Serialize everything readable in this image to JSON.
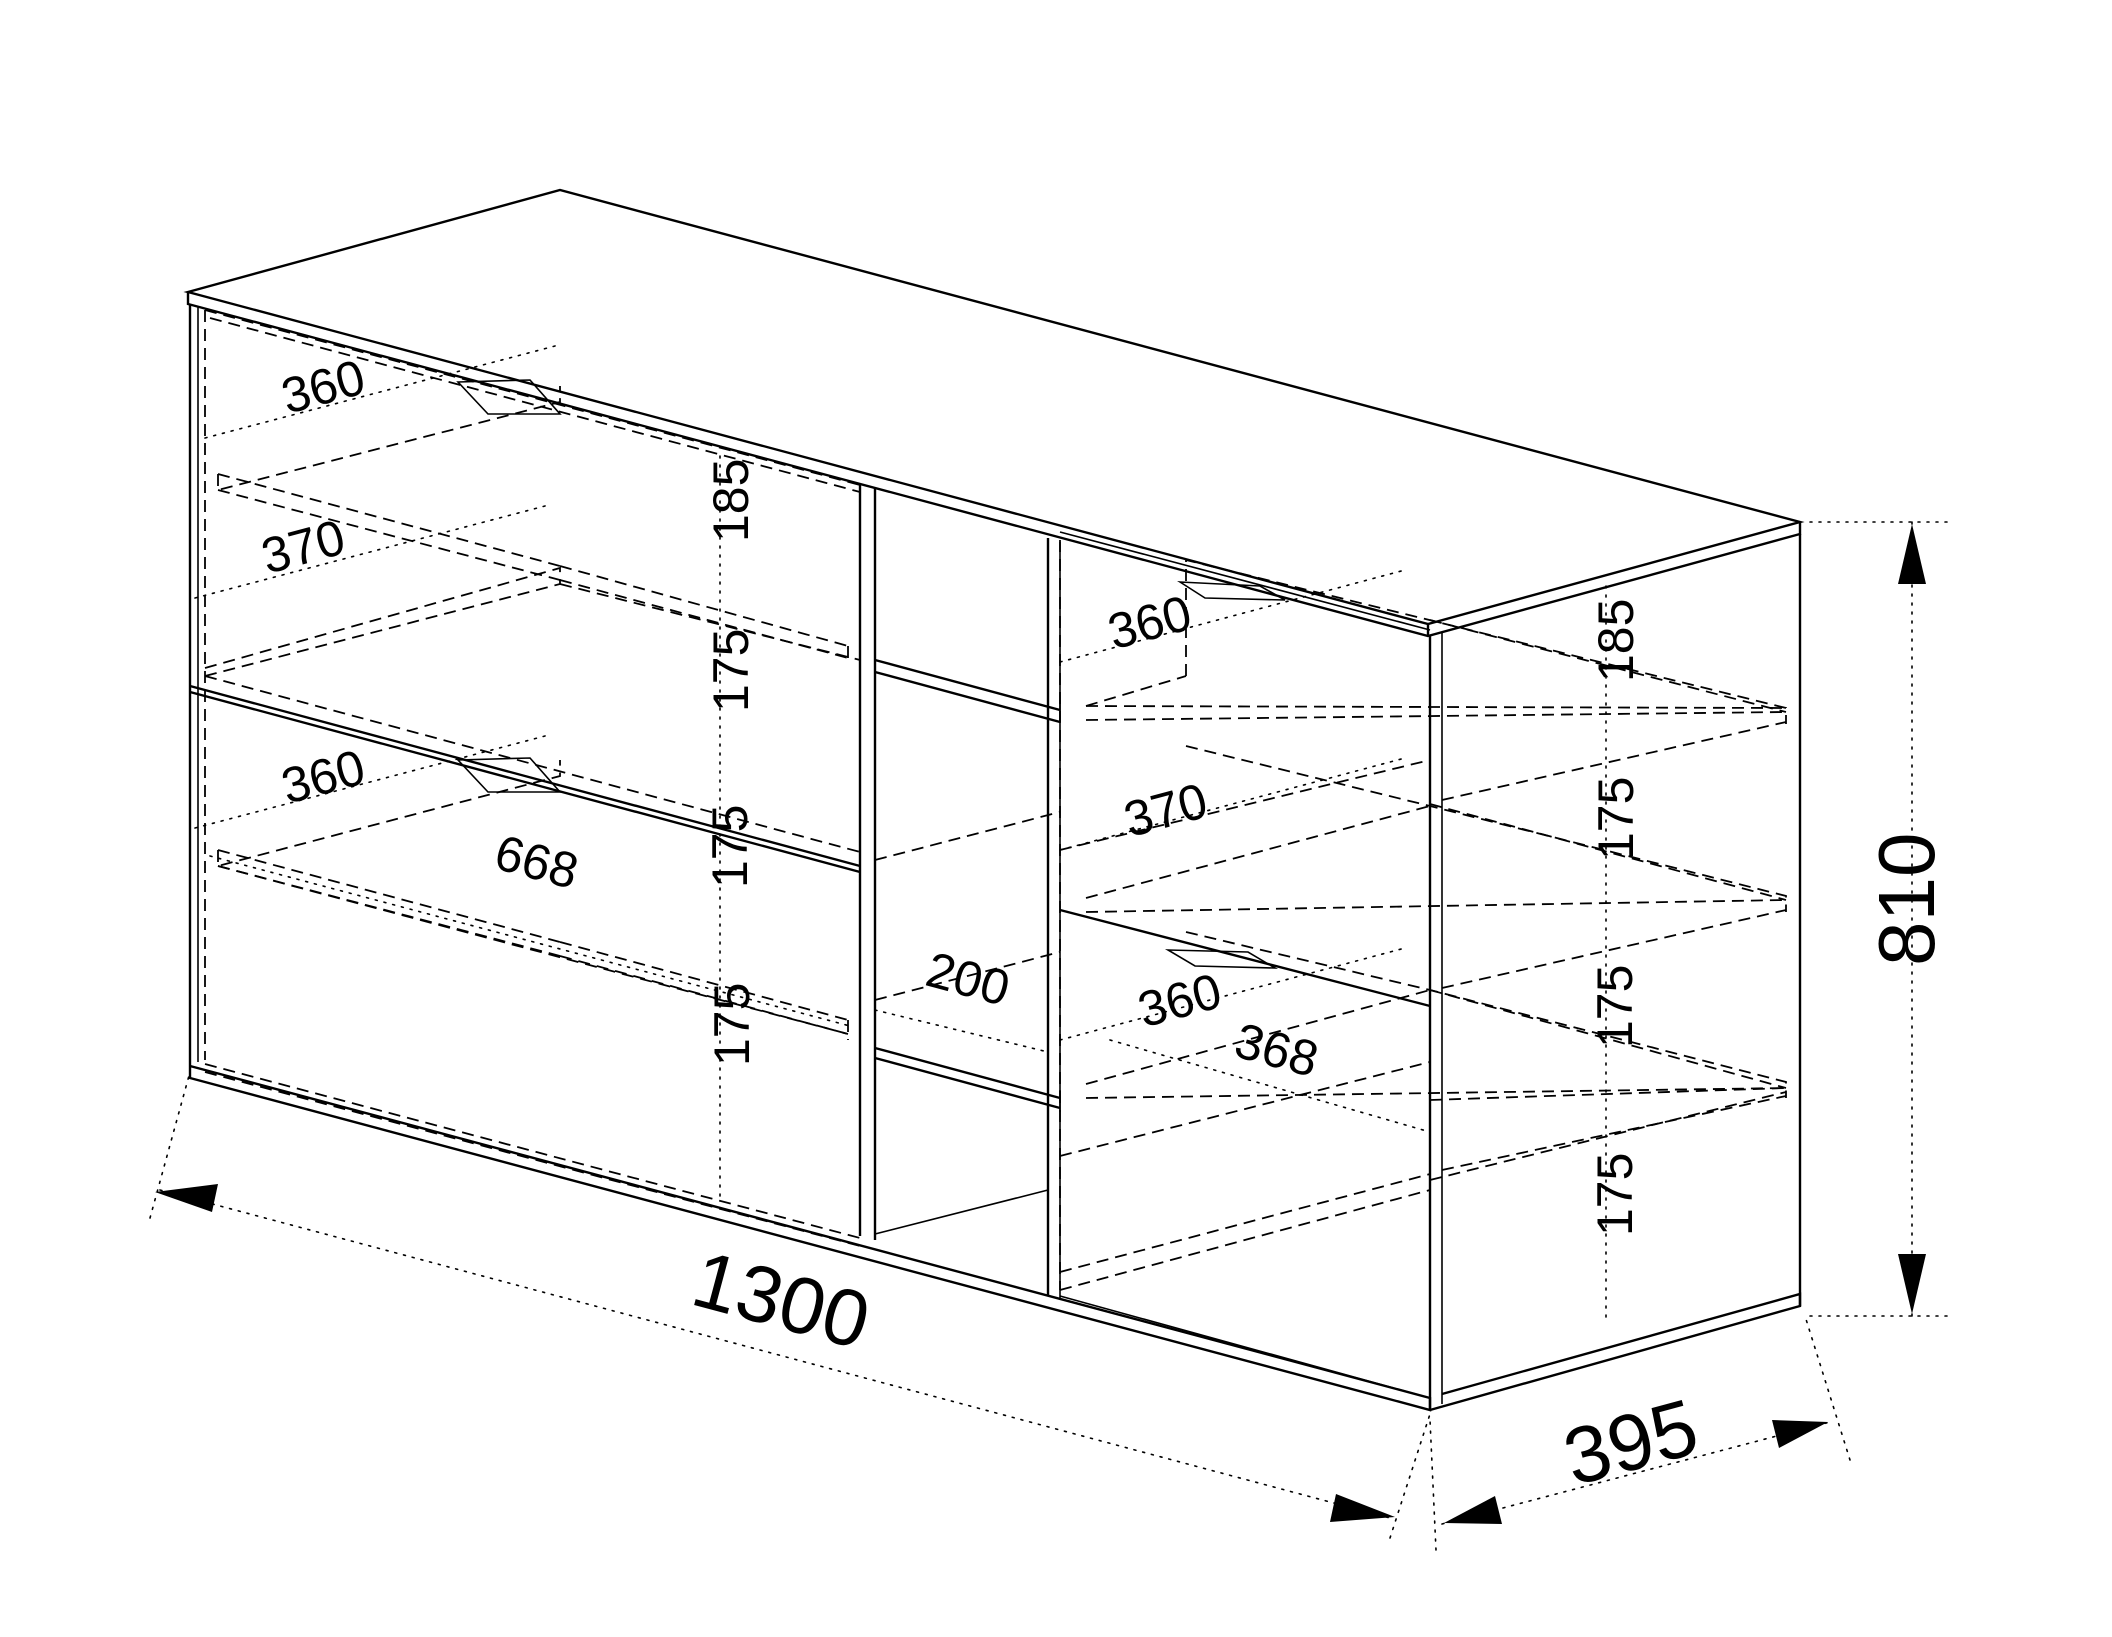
{
  "dimensions": {
    "width": "1300",
    "height": "810",
    "depth": "395"
  },
  "left_section": {
    "drawer_widths": [
      "360",
      "370",
      "360",
      "668"
    ],
    "heights": [
      "185",
      "175",
      "175",
      "175"
    ]
  },
  "middle_section": {
    "shelf_width": "200"
  },
  "right_section": {
    "drawer_widths": [
      "360",
      "370",
      "360",
      "368"
    ],
    "heights": [
      "185",
      "175",
      "175",
      "175"
    ]
  },
  "colors": {
    "line": "#000000",
    "background": "#ffffff"
  }
}
